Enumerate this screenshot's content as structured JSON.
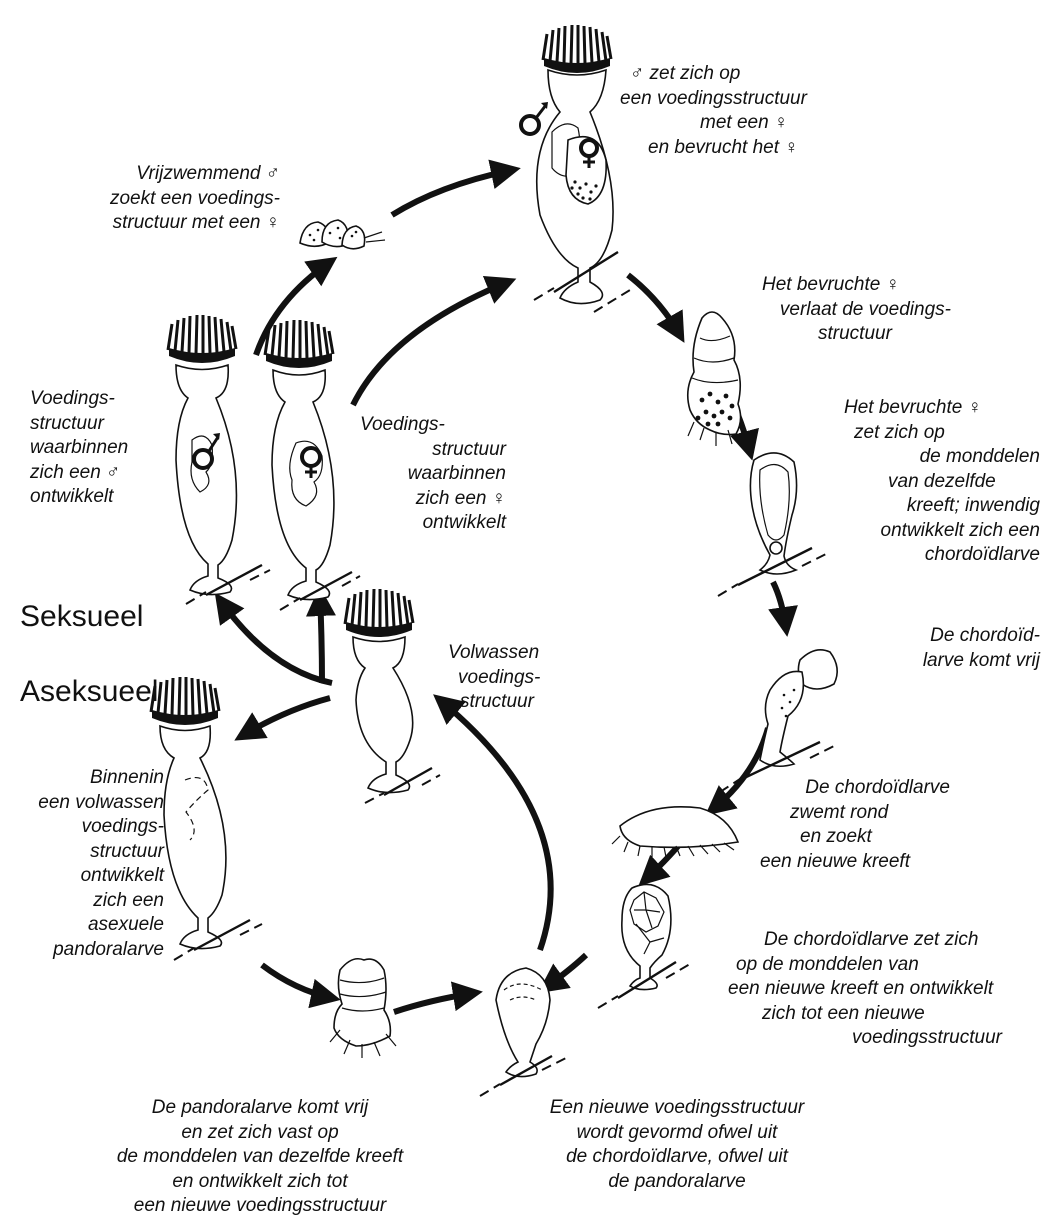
{
  "labels": {
    "seksueel": "Seksueel",
    "aseksueel": "Aseksueel"
  },
  "captions": {
    "male_settles": [
      "♂ zet zich op",
      "een voedingsstructuur",
      "met een ♀",
      "en bevrucht het ♀"
    ],
    "free_male": [
      "Vrijzwemmend ♂",
      "zoekt een voedings-",
      "structuur met een ♀"
    ],
    "fertilized_leaves": [
      "Het bevruchte ♀",
      "verlaat de voedings-",
      "structuur"
    ],
    "fertilized_settles": [
      "Het bevruchte ♀",
      "zet zich op",
      "de monddelen",
      "van dezelfde",
      "kreeft; inwendig",
      "ontwikkelt zich een",
      "chordoïdlarve"
    ],
    "feeding_male": [
      "Voedings-",
      "structuur",
      "waarbinnen",
      "zich een ♂",
      "ontwikkelt"
    ],
    "feeding_female": [
      "Voedings-",
      "structuur",
      "waarbinnen",
      "zich een ♀",
      "ontwikkelt"
    ],
    "chordoid_free": [
      "De chordoïd-",
      "larve komt vrij"
    ],
    "adult_feeding": [
      "Volwassen",
      "voedings-",
      "structuur"
    ],
    "chordoid_swims": [
      "De chordoïdlarve",
      "zwemt rond",
      "en zoekt",
      "een nieuwe kreeft"
    ],
    "asexual_develop": [
      "Binnenin",
      "een volwassen",
      "voedings-",
      "structuur",
      "ontwikkelt",
      "zich een",
      "asexuele",
      "pandoralarve"
    ],
    "chordoid_settles": [
      "De chordoïdlarve zet zich",
      "op de monddelen van",
      "een nieuwe kreeft en ontwikkelt",
      "zich tot een nieuwe",
      "voedingsstructuur"
    ],
    "pandora_free": [
      "De pandoralarve komt vrij",
      "en zet zich vast op",
      "de monddelen van dezelfde kreeft",
      "en ontwikkelt zich tot",
      "een nieuwe voedingsstructuur"
    ],
    "new_feeding": [
      "Een nieuwe voedingsstructuur",
      "wordt gevormd ofwel uit",
      "de chordoïdlarve, ofwel uit",
      "de pandoralarve"
    ]
  },
  "colors": {
    "ink": "#111111",
    "paper": "#ffffff"
  }
}
